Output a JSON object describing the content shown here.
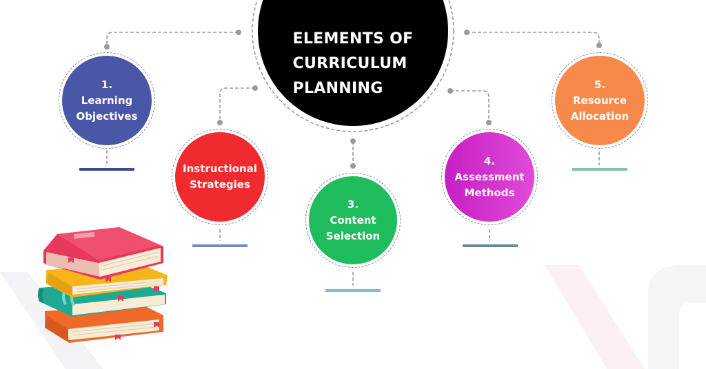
{
  "title": {
    "lines": [
      "ELEMENTS OF",
      "CURRICULUM",
      "PLANNING"
    ],
    "color": "#000000"
  },
  "elements": [
    {
      "number": "1.",
      "lines": [
        "Learning",
        "Objectives"
      ],
      "color": "#4a56a6",
      "bar_color": "#3c4aa0"
    },
    {
      "number": "",
      "lines": [
        "Instructional",
        "Strategies"
      ],
      "color": "#ef2b2f",
      "bar_color": "#6b8fbe"
    },
    {
      "number": "3.",
      "lines": [
        "Content",
        "Selection"
      ],
      "color": "#1fbc5e",
      "bar_color": "#8fb7cf"
    },
    {
      "number": "4.",
      "lines": [
        "Assessment",
        "Methods"
      ],
      "color": "#cf2ec9",
      "bar_color": "#5f8d96"
    },
    {
      "number": "5.",
      "lines": [
        "Resource",
        "Allocation"
      ],
      "color": "#f7894a",
      "bar_color": "#7cc7a1"
    }
  ],
  "illustration": {
    "name": "stack-of-books",
    "colors": [
      "#e8385c",
      "#f5b51b",
      "#1fa894",
      "#ef6a2a"
    ]
  }
}
